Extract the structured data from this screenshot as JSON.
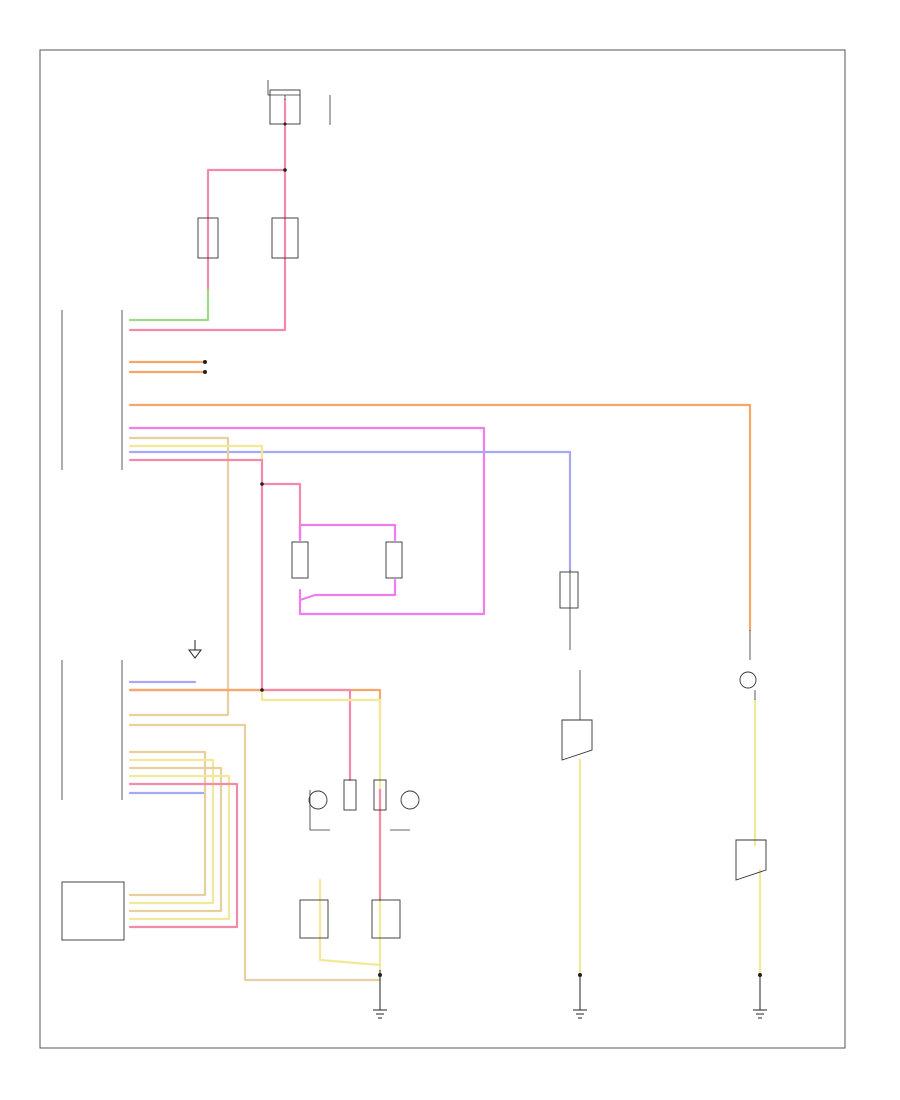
{
  "colors": {
    "pink": "#f48aa8",
    "orange": "#f6a86a",
    "yellow": "#f2e89a",
    "magenta": "#f07cf0",
    "lavender": "#a8a8f2",
    "green": "#9ed88a",
    "tan": "#e8cf9e"
  },
  "labels": {
    "fuse_header": "",
    "fuse_box": "",
    "module_top": "",
    "module_mid": "",
    "junction_right": "",
    "footer_code": ""
  },
  "grounds": [
    {
      "id": "ground-1",
      "label": ""
    },
    {
      "id": "ground-2",
      "label": ""
    },
    {
      "id": "ground-3",
      "label": ""
    }
  ]
}
